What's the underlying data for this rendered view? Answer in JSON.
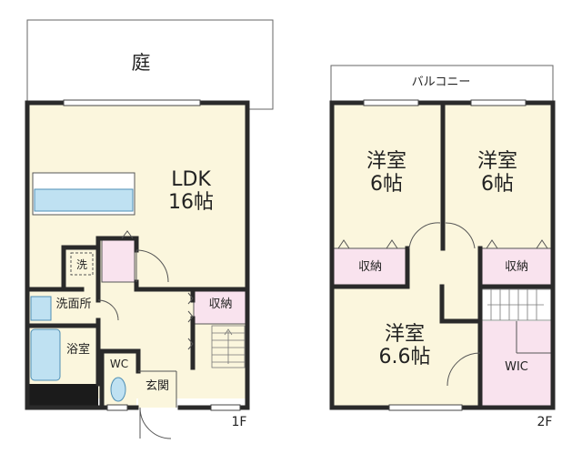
{
  "floor1": {
    "garden": "庭",
    "ldk": "LDK\n16帖",
    "laundry": "洗",
    "washroom": "洗面所",
    "bathroom": "浴室",
    "wc": "WC",
    "entrance": "玄関",
    "storage": "収納",
    "floor_label": "1F"
  },
  "floor2": {
    "balcony": "バルコニー",
    "bedroom_a": "洋室\n6帖",
    "bedroom_b": "洋室\n6帖",
    "storage_left": "収納",
    "storage_right": "収納",
    "bedroom_c": "洋室\n6.6帖",
    "wic": "WIC",
    "floor_label": "2F"
  }
}
